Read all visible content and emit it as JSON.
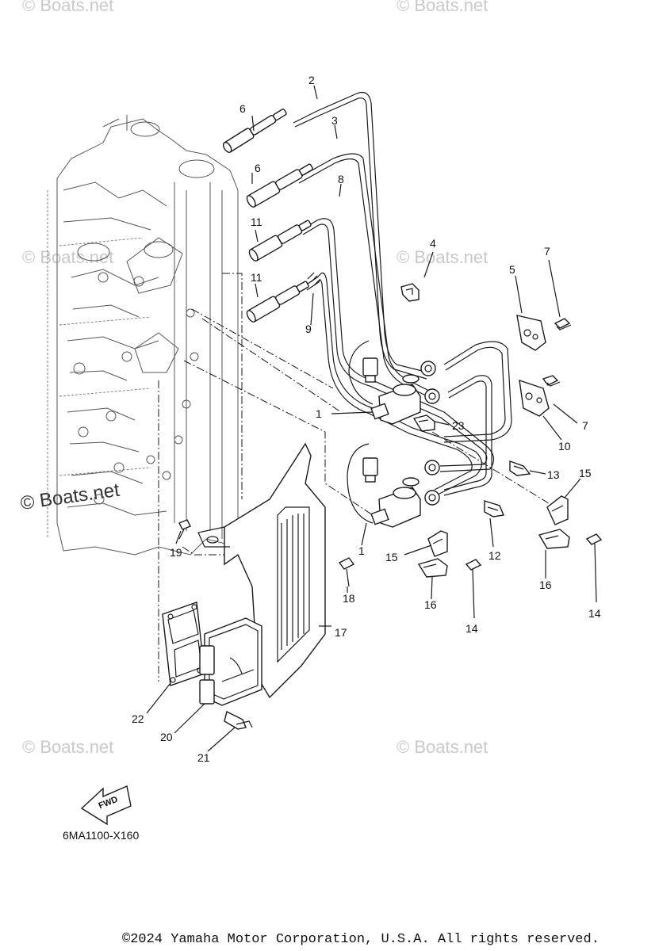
{
  "watermarks": {
    "top_left": "© Boats.net",
    "top_right": "© Boats.net",
    "mid_left": "© Boats.net",
    "mid_right": "© Boats.net",
    "bottom_left": "© Boats.net",
    "bottom_right": "© Boats.net",
    "featured": "© Boats.net"
  },
  "callouts": {
    "c1a": "1",
    "c1b": "1",
    "c2": "2",
    "c3": "3",
    "c4": "4",
    "c5": "5",
    "c6a": "6",
    "c6b": "6",
    "c7a": "7",
    "c7b": "7",
    "c8": "8",
    "c9": "9",
    "c10": "10",
    "c11a": "11",
    "c11b": "11",
    "c12": "12",
    "c13": "13",
    "c14a": "14",
    "c14b": "14",
    "c15a": "15",
    "c15b": "15",
    "c16a": "16",
    "c16b": "16",
    "c17": "17",
    "c18": "18",
    "c19": "19",
    "c20": "20",
    "c21": "21",
    "c22": "22",
    "c23": "23"
  },
  "fwd_label": "FWD",
  "diagram_code": "6MA1100-X160",
  "copyright": "©2024 Yamaha Motor Corporation, U.S.A. All rights reserved."
}
